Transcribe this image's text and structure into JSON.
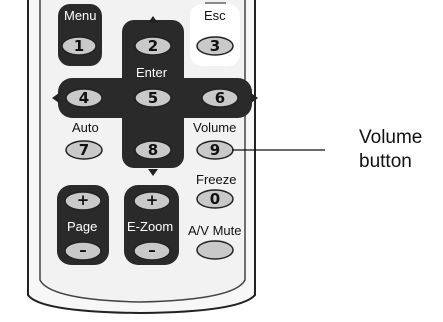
{
  "remote": {
    "buttons": {
      "b1": {
        "label": "Menu",
        "number": "1"
      },
      "b2": {
        "label": "",
        "number": "2"
      },
      "b3": {
        "label": "Esc",
        "number": "3"
      },
      "b4": {
        "label": "",
        "number": "4"
      },
      "b5": {
        "label": "Enter",
        "number": "5"
      },
      "b6": {
        "label": "",
        "number": "6"
      },
      "b7": {
        "label": "Auto",
        "number": "7"
      },
      "b8": {
        "label": "",
        "number": "8"
      },
      "b9": {
        "label": "Volume",
        "number": "9"
      },
      "b0": {
        "label": "Freeze",
        "number": "0"
      },
      "page": {
        "label": "Page",
        "plus": "+",
        "minus": "–"
      },
      "ezoom": {
        "label": "E-Zoom",
        "plus": "+",
        "minus": "–"
      },
      "avmute": {
        "label": "A/V Mute"
      }
    }
  },
  "callout": {
    "line1": "Volume",
    "line2": "button"
  }
}
